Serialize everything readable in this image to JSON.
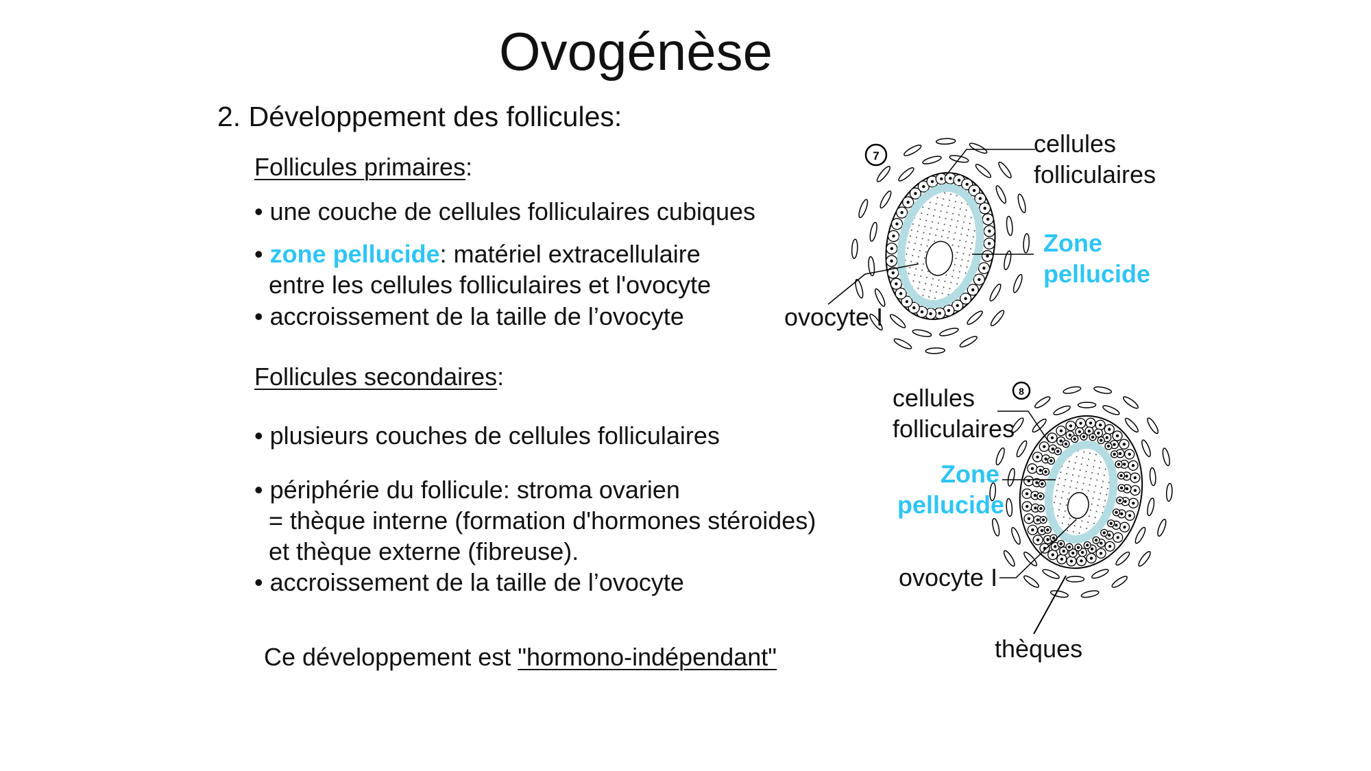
{
  "title": "Ovogénèse",
  "section_heading": "2. Développement des follicules:",
  "primary": {
    "heading": "Follicules primaires",
    "heading_suffix": ":",
    "bullet1": "• une couche de cellules folliculaires cubiques",
    "bullet2_prefix": "• ",
    "bullet2_highlight": "zone pellucide",
    "bullet2_rest": ": matériel extracellulaire",
    "bullet2_cont": "entre les cellules folliculaires et l'ovocyte",
    "bullet3": "• accroissement de la taille de l’ovocyte"
  },
  "secondary": {
    "heading": "Follicules secondaires",
    "heading_suffix": ":",
    "bullet1": "• plusieurs couches de cellules folliculaires",
    "bullet2": "• périphérie du follicule: stroma ovarien",
    "bullet2_cont1": "= thèque interne (formation d'hormones stéroides)",
    "bullet2_cont2": "et thèque externe (fibreuse).",
    "bullet3": "• accroissement de la taille de l’ovocyte"
  },
  "conclusion": {
    "prefix": "Ce développement est ",
    "underlined": "\"hormono-indépendant\""
  },
  "diagram1": {
    "number": "7",
    "label_cells_1": "cellules",
    "label_cells_2": "folliculaires",
    "label_zone_1": "Zone",
    "label_zone_2": "pellucide",
    "label_oocyte": "ovocyte I"
  },
  "diagram2": {
    "number": "8",
    "label_cells_1": "cellules",
    "label_cells_2": "folliculaires",
    "label_zone_1": "Zone",
    "label_zone_2": "pellucide",
    "label_oocyte": "ovocyte I",
    "label_theca": "thèques"
  },
  "colors": {
    "highlight": "#2ec5f5",
    "zona": "#b3dde2"
  }
}
